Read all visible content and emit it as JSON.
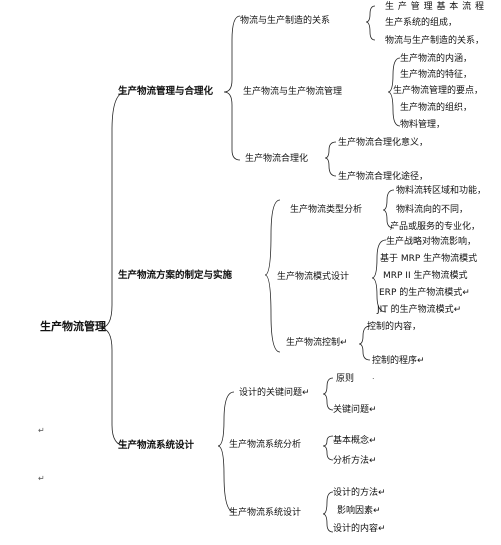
{
  "root": "生产物流管理",
  "branches": [
    {
      "label": "生产物流管理与合理化",
      "children": [
        {
          "label": "物流与生产制造的关系",
          "items": [
            "生 产 管 理 基 本 流 程",
            "生产系统的组成，",
            "物流与生产制造的关系，"
          ]
        },
        {
          "label": "生产物流与生产物流管理",
          "items": [
            "生产物流的内涵，",
            "生产物流的特征，",
            "生产物流管理的要点，",
            "生产物流的组织，",
            "物料管理，"
          ]
        },
        {
          "label": "生产物流合理化",
          "items": [
            "生产物流合理化意义，",
            "生产物流合理化途径，"
          ]
        }
      ]
    },
    {
      "label": "生产物流方案的制定与实施",
      "children": [
        {
          "label": "生产物流类型分析",
          "items": [
            "物料流转区域和功能，",
            "物料流向的不同，",
            "产品或服务的专业化，"
          ]
        },
        {
          "label": "生产物流模式设计",
          "items": [
            "生产战略对物流影响，",
            "基于 MRP 生产物流模式",
            "MRP II 生产物流模式",
            "ERP 的生产物流模式↵",
            "JIT 的生产物流模式↵"
          ]
        },
        {
          "label": "生产物流控制↵",
          "items": [
            "控制的内容，",
            "控制的程序↵"
          ]
        }
      ]
    },
    {
      "label": "生产物流系统设计",
      "children": [
        {
          "label": "设计的关键问题↵",
          "items": [
            "原则",
            "关键问题↵"
          ]
        },
        {
          "label": "生产物流系统分析",
          "items": [
            "基本概念↵",
            "分析方法↵"
          ]
        },
        {
          "label": "生产物流系统设计",
          "items": [
            "设计的方法↵",
            "影响因素↵",
            "设计的内容↵"
          ]
        }
      ]
    }
  ],
  "marks": {
    "mark1": "↵",
    "mark2": "↵",
    "mark3": "."
  }
}
